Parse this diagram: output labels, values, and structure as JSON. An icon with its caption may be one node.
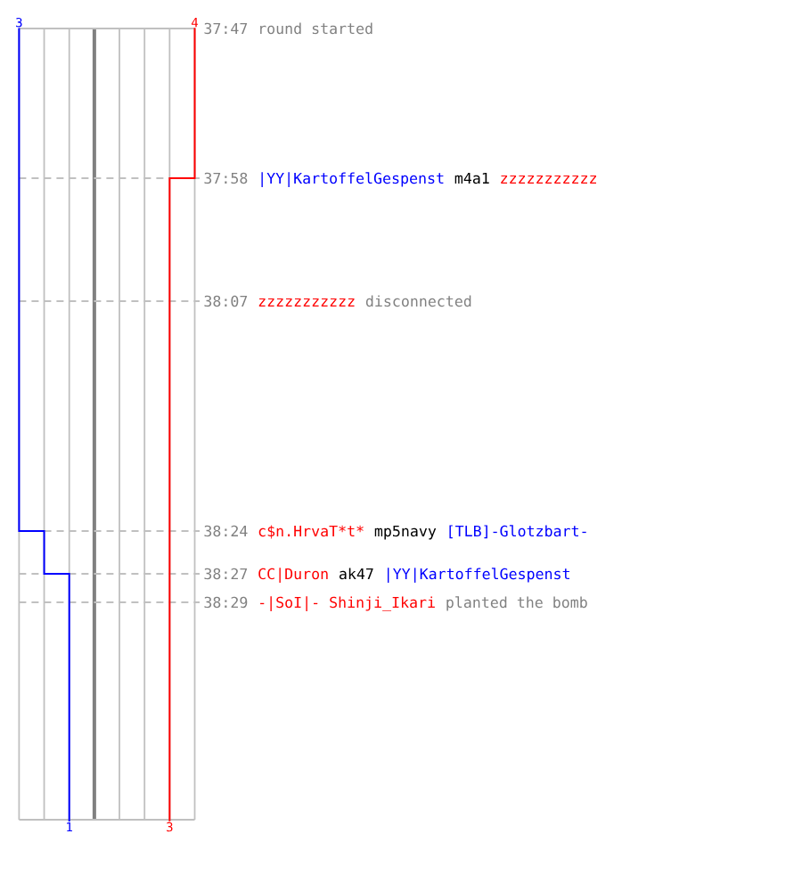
{
  "diagram": {
    "nodes": [
      {
        "text": [
          "3"
        ]
      },
      {
        "text": [
          "4"
        ]
      },
      {
        "text": [
          "1"
        ]
      },
      {
        "text": [
          "3"
        ]
      }
    ],
    "edges": [
      {
        "from": 0,
        "to": 2,
        "arrow": "none",
        "color": "#0000ff"
      },
      {
        "from": 1,
        "to": 3,
        "arrow": "none",
        "color": "#ff0000"
      }
    ],
    "labels": [
      "37:47",
      "round started",
      "37:58",
      "|YY|KartoffelGespenst",
      "m4a1",
      "zzzzzzzzzzz",
      "38:07",
      "zzzzzzzzzzz",
      "disconnected",
      "38:24",
      "c$n.HrvaT*t*",
      "mp5navy",
      "[TLB]-Glotzbart-",
      "38:27",
      "CC|Duron",
      "ak47",
      "|YY|KartoffelGespenst",
      "38:29",
      "-|SoI|- Shinji_Ikari",
      "planted the bomb"
    ]
  }
}
